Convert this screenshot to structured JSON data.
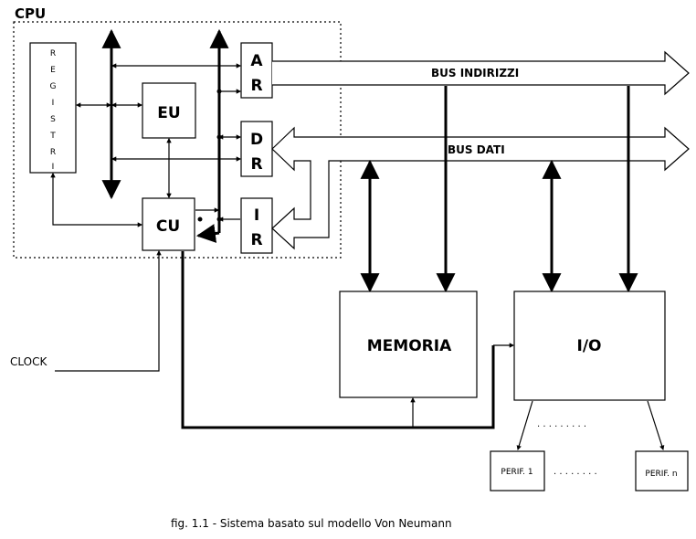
{
  "cpu": {
    "title": "CPU",
    "registri_letters": [
      "R",
      "E",
      "G",
      "I",
      "S",
      "T",
      "R",
      "I"
    ],
    "eu": "EU",
    "cu": "CU",
    "ar": [
      "A",
      "R"
    ],
    "dr": [
      "D",
      "R"
    ],
    "ir": [
      "I",
      "R"
    ]
  },
  "buses": {
    "indirizzi": "BUS INDIRIZZI",
    "dati": "BUS DATI"
  },
  "blocks": {
    "memoria": "MEMORIA",
    "io": "I/O",
    "perif_1": "PERIF. 1",
    "perif_n": "PERIF. n",
    "dots_top": ". . . . . . . . .",
    "dots_bottom": ". . . . . . . ."
  },
  "clock": "CLOCK",
  "caption": "fig. 1.1 - Sistema basato sul modello Von Neumann"
}
